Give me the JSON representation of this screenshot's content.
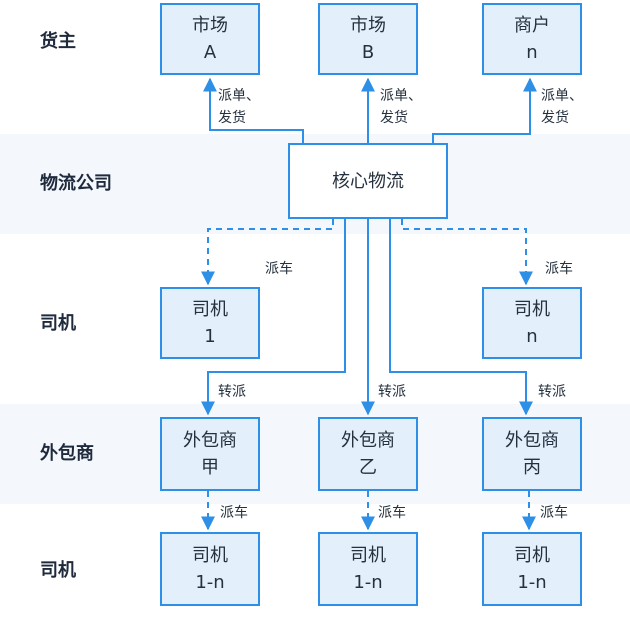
{
  "rows": {
    "shipper": "货主",
    "logistics": "物流公司",
    "driver_top": "司机",
    "subcontractor": "外包商",
    "driver_bottom": "司机"
  },
  "nodes": {
    "market_a": {
      "line1": "市场",
      "line2": "A"
    },
    "market_b": {
      "line1": "市场",
      "line2": "B"
    },
    "merchant_n": {
      "line1": "商户",
      "line2": "n"
    },
    "core": {
      "line1": "核心物流"
    },
    "driver_1": {
      "line1": "司机",
      "line2": "1"
    },
    "driver_n": {
      "line1": "司机",
      "line2": "n"
    },
    "sub_jia": {
      "line1": "外包商",
      "line2": "甲"
    },
    "sub_yi": {
      "line1": "外包商",
      "line2": "乙"
    },
    "sub_bing": {
      "line1": "外包商",
      "line2": "丙"
    },
    "driver_sub_1": {
      "line1": "司机",
      "line2": "1-n"
    },
    "driver_sub_2": {
      "line1": "司机",
      "line2": "1-n"
    },
    "driver_sub_3": {
      "line1": "司机",
      "line2": "1-n"
    }
  },
  "edges": {
    "dispatch_order_l1": "派单、",
    "dispatch_order_l2": "发货",
    "dispatch_car": "派车",
    "transfer": "转派"
  },
  "colors": {
    "accent": "#2e8fe6",
    "node_fill": "#e3effb",
    "band": "#f4f8fc",
    "text": "#26313f"
  }
}
